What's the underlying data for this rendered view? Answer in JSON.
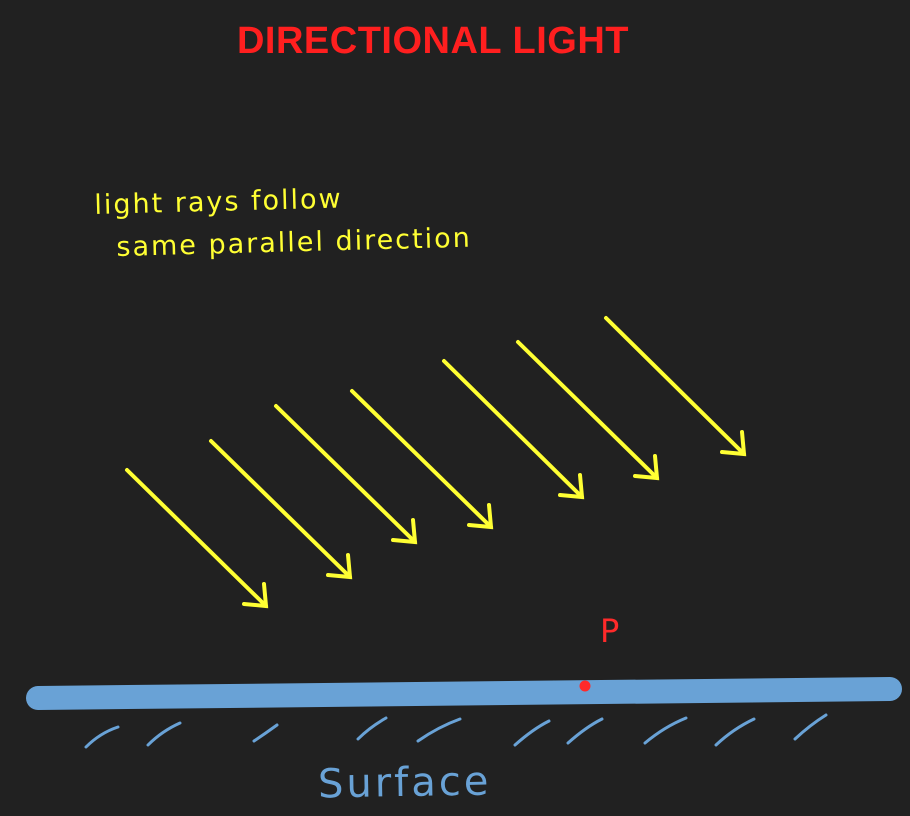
{
  "title": "DIRECTIONAL LIGHT",
  "annotation": {
    "line1": "light rays follow",
    "line2": "same parallel direction"
  },
  "point_label": "P",
  "surface_label": "Surface",
  "colors": {
    "background": "#212121",
    "title": "#ff1f1f",
    "rays": "#ffff33",
    "annotation": "#ffff33",
    "surface": "#69a2d6",
    "point": "#ff2a2a"
  }
}
